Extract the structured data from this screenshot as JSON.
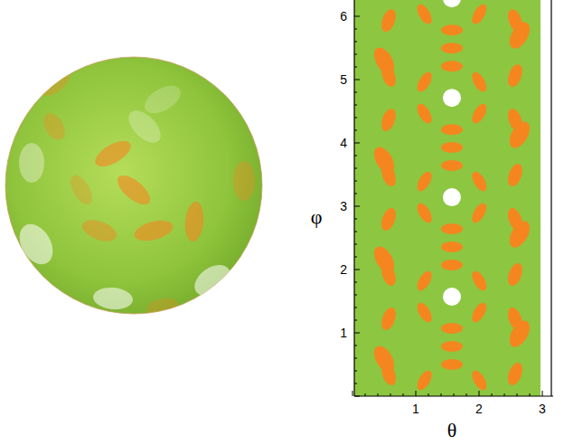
{
  "diagram": {
    "labels": [
      "6",
      "5",
      "4",
      "3",
      "2",
      "1",
      "φ",
      "1",
      "2",
      "3",
      "θ"
    ]
  }
}
